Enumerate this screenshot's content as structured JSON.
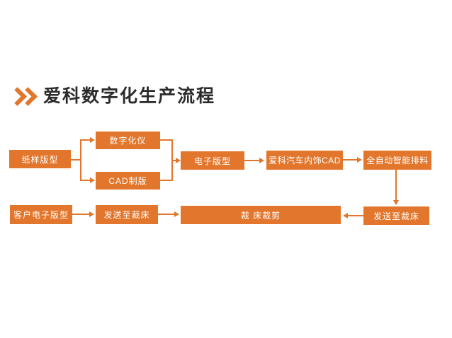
{
  "title": "爱科数字化生产流程",
  "colors": {
    "accent": "#E2762C",
    "title_text": "#2B2B2B",
    "node_text": "#FFFFFF",
    "background": "#FFFFFF"
  },
  "diagram": {
    "nodes": [
      {
        "id": "paper-pattern",
        "label": "纸样版型"
      },
      {
        "id": "digitizer",
        "label": "数字化仪"
      },
      {
        "id": "cad-plate",
        "label": "CAD制版"
      },
      {
        "id": "electronic-pattern",
        "label": "电子版型"
      },
      {
        "id": "aike-cad",
        "label": "爱科汽车内饰CAD"
      },
      {
        "id": "auto-nesting",
        "label": "全自动智能排料"
      },
      {
        "id": "customer-pattern",
        "label": "客户电子版型"
      },
      {
        "id": "send-to-cutter-left",
        "label": "发送至裁床"
      },
      {
        "id": "cutting-bed",
        "label": "裁 床裁剪"
      },
      {
        "id": "send-to-cutter-right",
        "label": "发送至裁床"
      }
    ],
    "edges": [
      {
        "from": "paper-pattern",
        "to": "digitizer"
      },
      {
        "from": "paper-pattern",
        "to": "cad-plate"
      },
      {
        "from": "digitizer",
        "to": "electronic-pattern"
      },
      {
        "from": "cad-plate",
        "to": "electronic-pattern"
      },
      {
        "from": "electronic-pattern",
        "to": "aike-cad"
      },
      {
        "from": "aike-cad",
        "to": "auto-nesting"
      },
      {
        "from": "auto-nesting",
        "to": "send-to-cutter-right"
      },
      {
        "from": "send-to-cutter-right",
        "to": "cutting-bed"
      },
      {
        "from": "customer-pattern",
        "to": "send-to-cutter-left"
      },
      {
        "from": "send-to-cutter-left",
        "to": "cutting-bed"
      }
    ]
  }
}
